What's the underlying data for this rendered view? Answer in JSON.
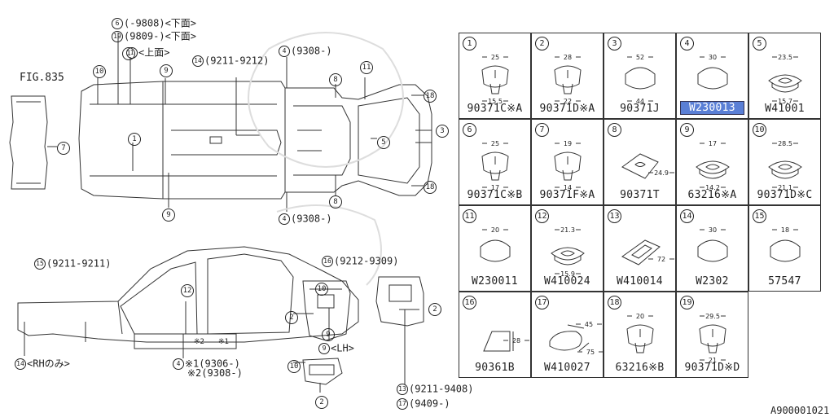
{
  "fig_label": "FIG.835",
  "doc_code": "A900001021",
  "callouts": {
    "c6": {
      "num": "6",
      "text": "(-9808)<下面>"
    },
    "c19": {
      "num": "19",
      "text": "(9809-)<下面>"
    },
    "c1u": {
      "num": "1",
      "text": "<上面>"
    },
    "c14a": {
      "num": "14",
      "text": "(9211-9212)"
    },
    "c4a": {
      "num": "4",
      "text": "(9308-)"
    },
    "c4b": {
      "num": "4",
      "text": "(9308-)"
    },
    "c15": {
      "num": "15",
      "text": "(9211-9211)"
    },
    "c16": {
      "num": "16",
      "text": "(9212-9309)"
    },
    "c14b": {
      "num": "14",
      "text": "<RHのみ>"
    },
    "c4c": {
      "num": "4",
      "text": "※1(9306-)"
    },
    "c4c2": {
      "text": "※2(9308-)"
    },
    "c9lh": {
      "num": "9",
      "text": "<LH>"
    },
    "c13": {
      "num": "13",
      "text": "(9211-9408)"
    },
    "c17": {
      "num": "17",
      "text": "(9409-)"
    }
  },
  "markers": [
    {
      "id": "m10a",
      "num": "10"
    },
    {
      "id": "m1a",
      "num": "1"
    },
    {
      "id": "m9a",
      "num": "9"
    },
    {
      "id": "m11",
      "num": "11"
    },
    {
      "id": "m8a",
      "num": "8"
    },
    {
      "id": "m18a",
      "num": "18"
    },
    {
      "id": "m3",
      "num": "3"
    },
    {
      "id": "m5",
      "num": "5"
    },
    {
      "id": "m7",
      "num": "7"
    },
    {
      "id": "m1b",
      "num": "1"
    },
    {
      "id": "m9b",
      "num": "9"
    },
    {
      "id": "m8b",
      "num": "8"
    },
    {
      "id": "m18b",
      "num": "18"
    },
    {
      "id": "m12",
      "num": "12"
    },
    {
      "id": "m10b",
      "num": "10"
    },
    {
      "id": "m2a",
      "num": "2"
    },
    {
      "id": "m2b",
      "num": "2"
    },
    {
      "id": "m9c",
      "num": "9"
    },
    {
      "id": "m10c",
      "num": "10"
    },
    {
      "id": "m2c",
      "num": "2"
    }
  ],
  "side_marks": {
    "s1": "※2",
    "s2": "※1"
  },
  "parts": [
    {
      "num": "1",
      "part": "90371C※A",
      "dims": [
        "25",
        "15.5"
      ],
      "highlighted": false
    },
    {
      "num": "2",
      "part": "90371D※A",
      "dims": [
        "28",
        "22"
      ],
      "highlighted": false
    },
    {
      "num": "3",
      "part": "90371J",
      "dims": [
        "52",
        "44"
      ],
      "highlighted": false
    },
    {
      "num": "4",
      "part": "W230013",
      "dims": [
        "30"
      ],
      "highlighted": true
    },
    {
      "num": "5",
      "part": "W41001",
      "dims": [
        "23.5",
        "15.7"
      ],
      "highlighted": false
    },
    {
      "num": "6",
      "part": "90371C※B",
      "dims": [
        "25",
        "17"
      ],
      "highlighted": false
    },
    {
      "num": "7",
      "part": "90371F※A",
      "dims": [
        "19",
        "14"
      ],
      "highlighted": false
    },
    {
      "num": "8",
      "part": "90371T",
      "dims": [
        "24.9"
      ],
      "highlighted": false
    },
    {
      "num": "9",
      "part": "63216※A",
      "dims": [
        "17",
        "14.2"
      ],
      "highlighted": false
    },
    {
      "num": "10",
      "part": "90371D※C",
      "dims": [
        "28.5",
        "21.1"
      ],
      "highlighted": false
    },
    {
      "num": "11",
      "part": "W230011",
      "dims": [
        "20"
      ],
      "highlighted": false
    },
    {
      "num": "12",
      "part": "W410024",
      "dims": [
        "21.3",
        "15.9"
      ],
      "highlighted": false
    },
    {
      "num": "13",
      "part": "W410014",
      "dims": [
        "72"
      ],
      "highlighted": false
    },
    {
      "num": "14",
      "part": "W2302",
      "dims": [
        "30"
      ],
      "highlighted": false
    },
    {
      "num": "15",
      "part": "57547",
      "dims": [
        "18"
      ],
      "highlighted": false
    },
    {
      "num": "16",
      "part": "90361B",
      "dims": [
        "28"
      ],
      "highlighted": false
    },
    {
      "num": "17",
      "part": "W410027",
      "dims": [
        "45",
        "75"
      ],
      "highlighted": false
    },
    {
      "num": "18",
      "part": "63216※B",
      "dims": [
        "20"
      ],
      "highlighted": false
    },
    {
      "num": "19",
      "part": "90371D※D",
      "dims": [
        "29.5",
        "21"
      ],
      "highlighted": false
    }
  ]
}
